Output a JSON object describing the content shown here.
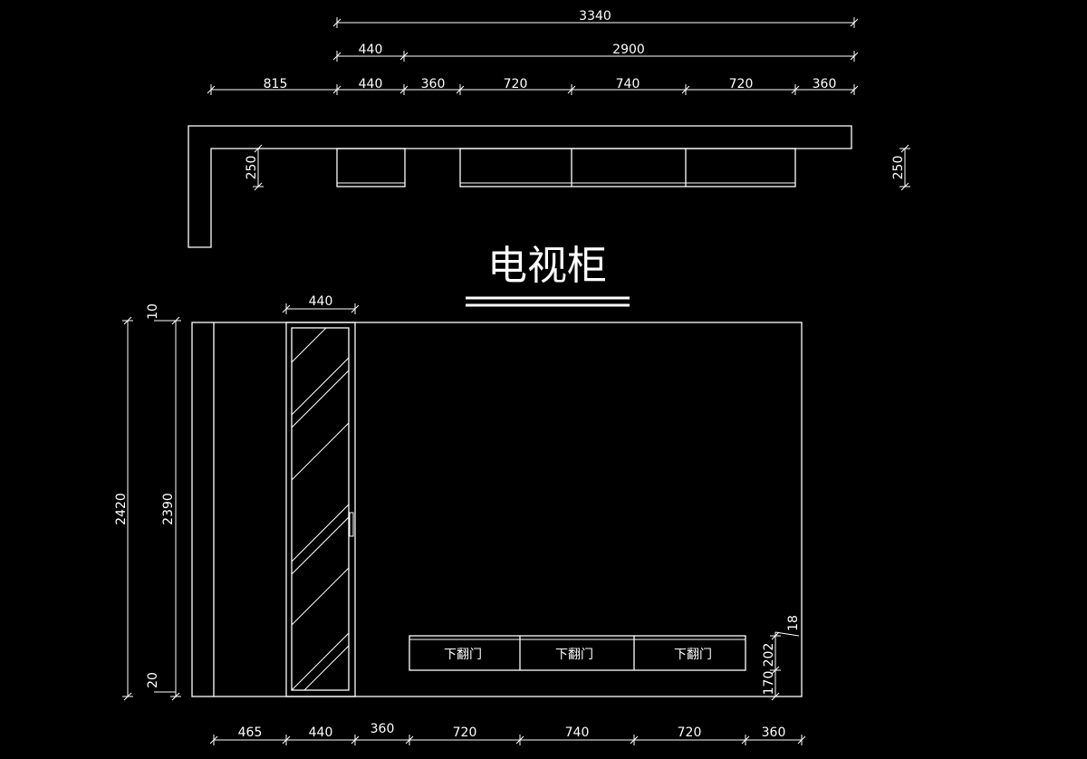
{
  "title": "电视柜",
  "plan_dims": {
    "overall": "3340",
    "row2": [
      "440",
      "2900"
    ],
    "row3": [
      "815",
      "440",
      "360",
      "720",
      "740",
      "720",
      "360"
    ],
    "depth_left": "250",
    "depth_right": "250"
  },
  "elevation_dims": {
    "top_440": "440",
    "total_height": "2420",
    "inner_height": "2390",
    "top_gap": "10",
    "bottom_gap": "20",
    "right_18": "18",
    "right_202": "202",
    "right_170": "170",
    "bottom": [
      "465",
      "440",
      "360",
      "720",
      "740",
      "720",
      "360"
    ]
  },
  "cabinet_labels": [
    "下翻门",
    "下翻门",
    "下翻门"
  ],
  "colors": {
    "background": "#000000",
    "lines": "#ffffff"
  }
}
